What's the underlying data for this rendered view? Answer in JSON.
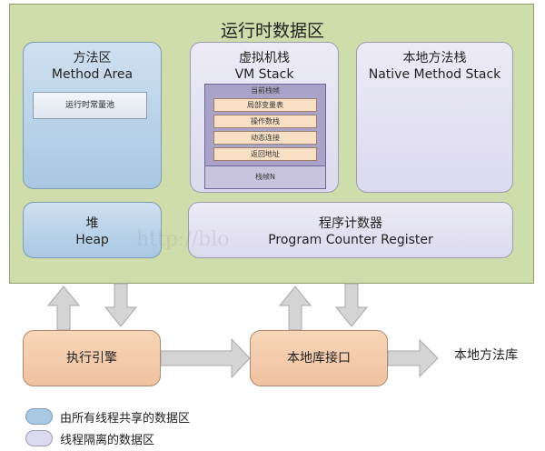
{
  "runtime_data_area": {
    "title": "运行时数据区",
    "method_area": {
      "zh": "方法区",
      "en": "Method Area",
      "inner": "运行时常量池"
    },
    "vm_stack": {
      "zh": "虚拟机栈",
      "en": "VM Stack",
      "current_frame": "当前栈帧",
      "frame_items": [
        "局部变量表",
        "操作数栈",
        "动态连接",
        "返回地址"
      ],
      "frame_n": "栈帧N"
    },
    "native_method_stack": {
      "zh": "本地方法栈",
      "en": "Native Method Stack"
    },
    "heap": {
      "zh": "堆",
      "en": "Heap"
    },
    "program_counter": {
      "zh": "程序计数器",
      "en": "Program Counter Register"
    }
  },
  "execution_engine": "执行引擎",
  "native_interface": "本地库接口",
  "native_library": "本地方法库",
  "legend": [
    {
      "label": "由所有线程共享的数据区",
      "color": "#a9c8e2"
    },
    {
      "label": "线程隔离的数据区",
      "color": "#dcdaee"
    }
  ],
  "watermark": "http://blo",
  "colors": {
    "runtime_bg": "#cfdcab",
    "engine_bg": "#f4cbaa",
    "arrow": "#d4d4d4"
  }
}
